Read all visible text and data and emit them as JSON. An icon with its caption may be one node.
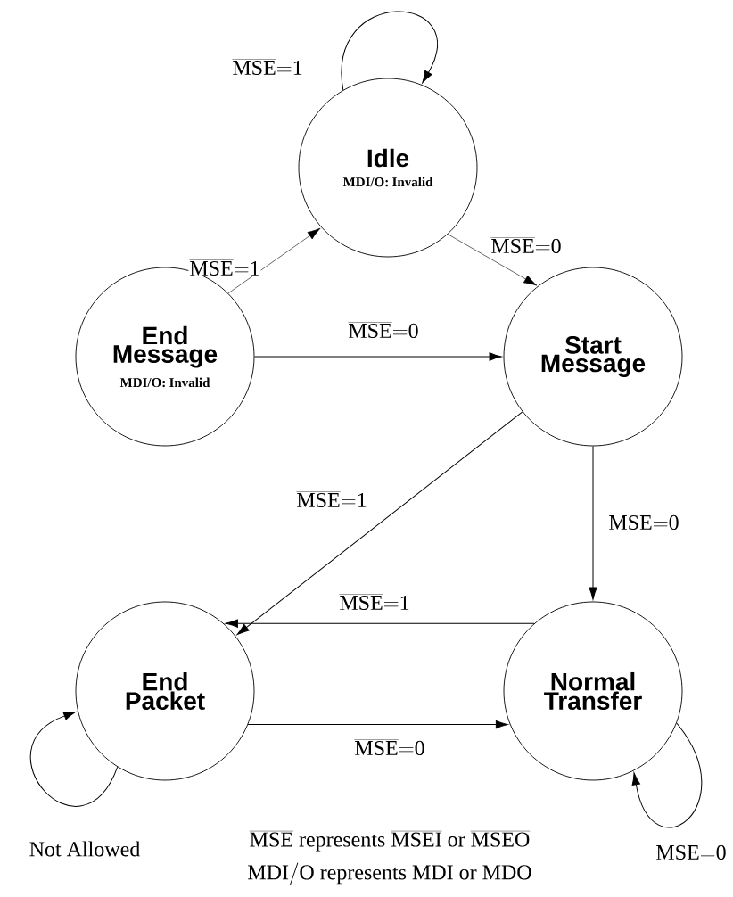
{
  "diagram": {
    "nodes": [
      {
        "text": [
          "Idle",
          "MDI/O: Invalid"
        ]
      },
      {
        "text": [
          "End Message",
          "MDI/O: Invalid"
        ]
      },
      {
        "text": [
          "Start Message"
        ]
      },
      {
        "text": [
          "End Packet"
        ]
      },
      {
        "text": [
          "Normal Transfer"
        ]
      }
    ],
    "edges": [
      {
        "from": 0,
        "to": 0,
        "arrow": "to",
        "label": "\\overline{\\mathrm{MSE}}\\mathrm{{=}1}"
      },
      {
        "from": 0,
        "to": 2,
        "arrow": "to",
        "label": "\\overline{\\mathrm{MSE}}\\mathrm{{=}0}"
      },
      {
        "from": 1,
        "to": 0,
        "arrow": "to",
        "label": "\\overline{\\mathrm{MSE}}\\mathrm{{=}1}"
      },
      {
        "from": 1,
        "to": 2,
        "arrow": "to",
        "label": "\\overline{\\mathrm{MSE}}\\mathrm{{=}0}"
      },
      {
        "from": 2,
        "to": 3,
        "arrow": "to",
        "label": "\\overline{\\mathrm{MSE}}\\mathrm{{=}1}"
      },
      {
        "from": 2,
        "to": 4,
        "arrow": "to",
        "label": "\\overline{\\mathrm{MSE}}\\mathrm{{=}0}"
      },
      {
        "from": 4,
        "to": 3,
        "arrow": "to",
        "label": "\\overline{\\mathrm{MSE}}\\mathrm{{=}1}"
      },
      {
        "from": 3,
        "to": 4,
        "arrow": "to",
        "label": "\\overline{\\mathrm{MSE}}\\mathrm{{=}0}"
      },
      {
        "from": 3,
        "to": 3,
        "arrow": "to",
        "label": "\\mathrm{Not\\ Allowed}"
      },
      {
        "from": 4,
        "to": 4,
        "arrow": "to",
        "label": "\\overline{\\mathrm{MSE}}\\mathrm{{=}0}"
      }
    ],
    "labels": [
      "\\overline{\\mathrm{MSE}}\\mathrm{\\ represents\\ }\\overline{\\mathrm{MSEI}}\\mathrm{\\ or\\ }\\overline{\\mathrm{MSEO}}",
      "\\mathrm{MDI/O\\ represents\\ MDI\\ or\\ MDO}"
    ]
  }
}
